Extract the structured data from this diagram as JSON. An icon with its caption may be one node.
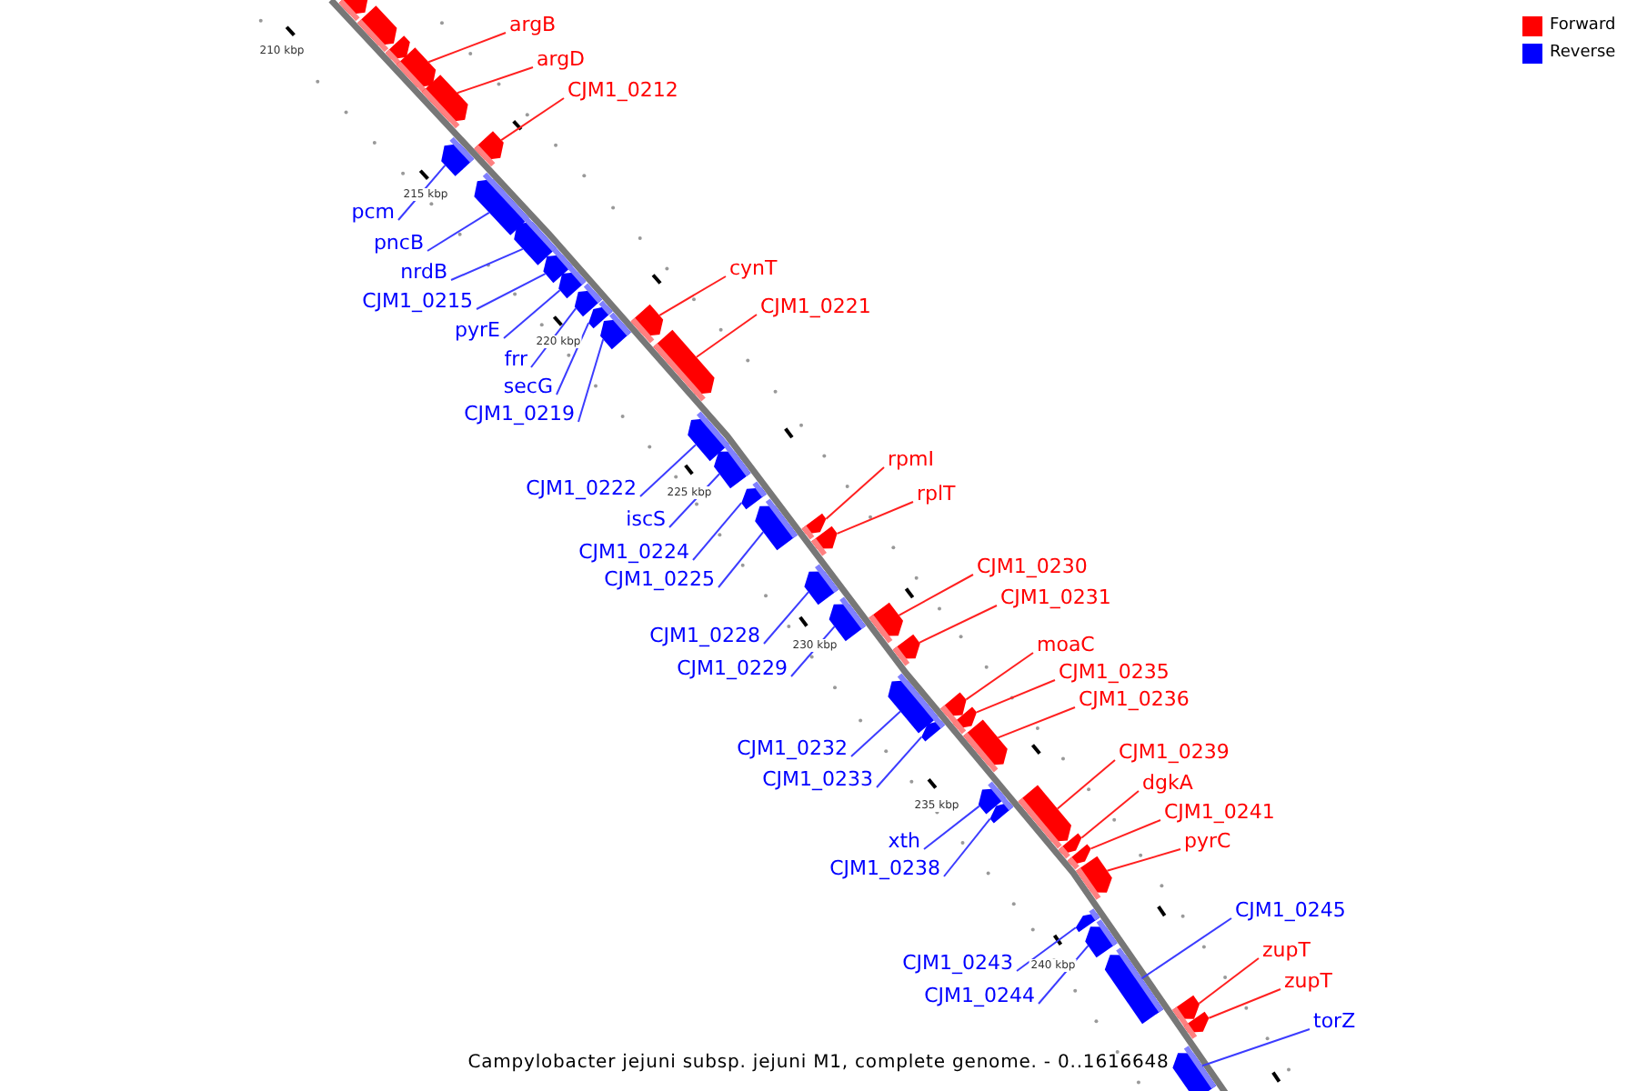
{
  "diagram": {
    "caption": "Campylobacter jejuni subsp. jejuni M1, complete genome. - 0..1616648",
    "nodes": [
      {
        "text": [],
        "shape": "box"
      },
      {
        "text": [],
        "shape": "box"
      },
      {
        "text": [],
        "shape": "box"
      },
      {
        "text": [
          "argB"
        ]
      },
      {
        "text": [],
        "shape": "box"
      },
      {
        "text": [
          "argD"
        ]
      },
      {
        "text": [],
        "shape": "box"
      },
      {
        "text": [
          "CJM1_0212"
        ]
      },
      {
        "text": [],
        "shape": "box"
      },
      {
        "text": [
          "pcm"
        ]
      },
      {
        "text": [],
        "shape": "box"
      },
      {
        "text": [
          "pncB"
        ]
      },
      {
        "text": [],
        "shape": "box"
      },
      {
        "text": [
          "nrdB"
        ]
      },
      {
        "text": [],
        "shape": "box"
      },
      {
        "text": [
          "CJM1_0215"
        ]
      },
      {
        "text": [],
        "shape": "box"
      },
      {
        "text": [
          "pyrE"
        ]
      },
      {
        "text": [],
        "shape": "box"
      },
      {
        "text": [
          "frr"
        ]
      },
      {
        "text": [],
        "shape": "box"
      },
      {
        "text": [
          "secG"
        ]
      },
      {
        "text": [],
        "shape": "box"
      },
      {
        "text": [
          "CJM1_0219"
        ]
      },
      {
        "text": [],
        "shape": "box"
      },
      {
        "text": [
          "cynT"
        ]
      },
      {
        "text": [],
        "shape": "box"
      },
      {
        "text": [
          "CJM1_0221"
        ]
      },
      {
        "text": [],
        "shape": "box"
      },
      {
        "text": [
          "CJM1_0222"
        ]
      },
      {
        "text": [],
        "shape": "box"
      },
      {
        "text": [
          "iscS"
        ]
      },
      {
        "text": [],
        "shape": "box"
      },
      {
        "text": [
          "CJM1_0224"
        ]
      },
      {
        "text": [],
        "shape": "box"
      },
      {
        "text": [
          "CJM1_0225"
        ]
      },
      {
        "text": [],
        "shape": "box"
      },
      {
        "text": [
          "rpmI"
        ]
      },
      {
        "text": [],
        "shape": "box"
      },
      {
        "text": [
          "rplT"
        ]
      },
      {
        "text": [],
        "shape": "box"
      },
      {
        "text": [
          "CJM1_0228"
        ]
      },
      {
        "text": [],
        "shape": "box"
      },
      {
        "text": [
          "CJM1_0229"
        ]
      },
      {
        "text": [],
        "shape": "box"
      },
      {
        "text": [
          "CJM1_0230"
        ]
      },
      {
        "text": [],
        "shape": "box"
      },
      {
        "text": [
          "CJM1_0231"
        ]
      },
      {
        "text": [],
        "shape": "box"
      },
      {
        "text": [
          "CJM1_0232"
        ]
      },
      {
        "text": [],
        "shape": "box"
      },
      {
        "text": [
          "moaC"
        ]
      },
      {
        "text": [],
        "shape": "box"
      },
      {
        "text": [
          "CJM1_0235"
        ]
      },
      {
        "text": [],
        "shape": "box"
      },
      {
        "text": [
          "CJM1_0233"
        ]
      },
      {
        "text": [],
        "shape": "box"
      },
      {
        "text": [
          "CJM1_0236"
        ]
      },
      {
        "text": [],
        "shape": "box"
      },
      {
        "text": [
          "xth"
        ]
      },
      {
        "text": [],
        "shape": "box"
      },
      {
        "text": [
          "CJM1_0238"
        ]
      },
      {
        "text": [],
        "shape": "box"
      },
      {
        "text": [
          "CJM1_0239"
        ]
      },
      {
        "text": [],
        "shape": "box"
      },
      {
        "text": [
          "dgkA"
        ]
      },
      {
        "text": [],
        "shape": "box"
      },
      {
        "text": [
          "CJM1_0241"
        ]
      },
      {
        "text": [],
        "shape": "box"
      },
      {
        "text": [
          "pyrC"
        ]
      },
      {
        "text": [],
        "shape": "box"
      },
      {
        "text": [
          "CJM1_0243"
        ]
      },
      {
        "text": [],
        "shape": "box"
      },
      {
        "text": [
          "CJM1_0244"
        ]
      },
      {
        "text": [],
        "shape": "box"
      },
      {
        "text": [
          "CJM1_0245"
        ]
      },
      {
        "text": [],
        "shape": "box"
      },
      {
        "text": [
          "zupT"
        ]
      },
      {
        "text": [],
        "shape": "box"
      },
      {
        "text": [
          "zupT"
        ]
      },
      {
        "text": [],
        "shape": "box"
      },
      {
        "text": [
          "torZ"
        ]
      },
      {
        "text": [],
        "shape": "box"
      }
    ],
    "edges": [
      {
        "from": 3,
        "to": 4,
        "arrow": "none",
        "color": "#ff2020"
      },
      {
        "from": 5,
        "to": 6,
        "arrow": "none",
        "color": "#ff2020"
      },
      {
        "from": 7,
        "to": 8,
        "arrow": "none",
        "color": "#ff2020"
      },
      {
        "from": 9,
        "to": 10,
        "arrow": "none"
      },
      {
        "from": 11,
        "to": 12,
        "arrow": "none"
      },
      {
        "from": 13,
        "to": 14,
        "arrow": "none"
      },
      {
        "from": 15,
        "to": 16,
        "arrow": "none"
      },
      {
        "from": 17,
        "to": 18,
        "arrow": "none"
      },
      {
        "from": 19,
        "to": 20,
        "arrow": "none"
      },
      {
        "from": 21,
        "to": 22,
        "arrow": "none"
      },
      {
        "from": 23,
        "to": 24,
        "arrow": "none"
      },
      {
        "from": 25,
        "to": 26,
        "arrow": "none",
        "color": "#ff2020"
      },
      {
        "from": 27,
        "to": 28,
        "arrow": "none",
        "color": "#ff2020"
      },
      {
        "from": 29,
        "to": 30,
        "arrow": "none"
      },
      {
        "from": 31,
        "to": 32,
        "arrow": "none"
      },
      {
        "from": 33,
        "to": 34,
        "arrow": "none"
      },
      {
        "from": 35,
        "to": 36,
        "arrow": "none"
      },
      {
        "from": 37,
        "to": 38,
        "arrow": "none",
        "color": "#ff2020"
      },
      {
        "from": 39,
        "to": 40,
        "arrow": "none",
        "color": "#ff2020"
      },
      {
        "from": 41,
        "to": 42,
        "arrow": "none"
      },
      {
        "from": 43,
        "to": 44,
        "arrow": "none"
      },
      {
        "from": 45,
        "to": 46,
        "arrow": "none",
        "color": "#ff2020"
      },
      {
        "from": 47,
        "to": 48,
        "arrow": "none",
        "color": "#ff2020"
      },
      {
        "from": 49,
        "to": 50,
        "arrow": "none"
      },
      {
        "from": 51,
        "to": 52,
        "arrow": "none",
        "color": "#ff2020"
      },
      {
        "from": 53,
        "to": 54,
        "arrow": "none",
        "color": "#ff2020"
      },
      {
        "from": 55,
        "to": 56,
        "arrow": "none"
      },
      {
        "from": 57,
        "to": 58,
        "arrow": "none",
        "color": "#ff2020"
      },
      {
        "from": 59,
        "to": 60,
        "arrow": "none"
      },
      {
        "from": 61,
        "to": 62,
        "arrow": "none"
      },
      {
        "from": 63,
        "to": 64,
        "arrow": "none",
        "color": "#ff2020"
      },
      {
        "from": 65,
        "to": 66,
        "arrow": "none",
        "color": "#ff2020"
      },
      {
        "from": 67,
        "to": 68,
        "arrow": "none",
        "color": "#ff2020"
      },
      {
        "from": 69,
        "to": 70,
        "arrow": "none",
        "color": "#ff2020"
      },
      {
        "from": 71,
        "to": 72,
        "arrow": "none"
      },
      {
        "from": 73,
        "to": 74,
        "arrow": "none"
      },
      {
        "from": 75,
        "to": 76,
        "arrow": "none"
      },
      {
        "from": 77,
        "to": 78,
        "arrow": "none",
        "color": "#ff2020"
      },
      {
        "from": 79,
        "to": 80,
        "arrow": "none",
        "color": "#ff2020"
      },
      {
        "from": 81,
        "to": 82,
        "arrow": "none"
      }
    ],
    "labels": [
      "210 kbp",
      "215 kbp",
      "220 kbp",
      "225 kbp",
      "230 kbp",
      "235 kbp",
      "240 kbp"
    ],
    "legend": [
      {
        "text": "Forward",
        "color": "#ff0000"
      },
      {
        "text": "Reverse",
        "color": "#0000ff"
      }
    ]
  }
}
